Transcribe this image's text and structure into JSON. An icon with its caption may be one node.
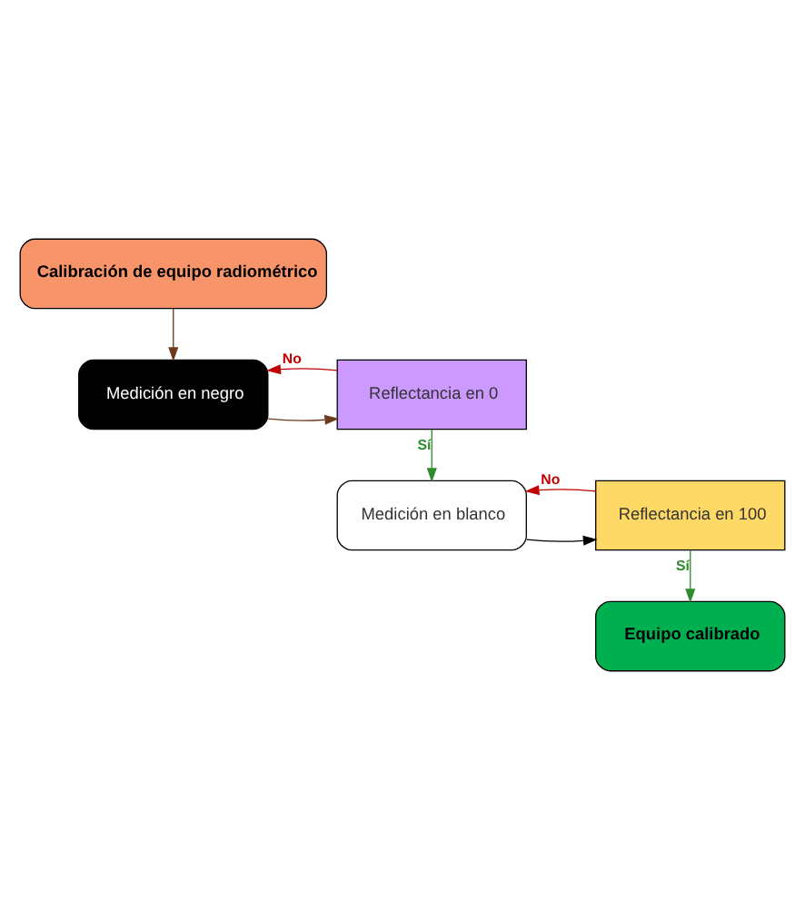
{
  "diagram": {
    "nodes": [
      {
        "text": [
          "Calibración de equipo radiométrico"
        ]
      },
      {
        "text": [
          "Medición en negro"
        ]
      },
      {
        "text": [
          "Reflectancia en 0"
        ]
      },
      {
        "text": [
          "Medición en blanco"
        ]
      },
      {
        "text": [
          "Reflectancia en 100"
        ]
      },
      {
        "text": [
          "Equipo calibrado"
        ]
      }
    ],
    "edges": [
      {
        "from": 0,
        "to": 1,
        "arrow": "to",
        "color": "#6b3a1e"
      },
      {
        "from": 1,
        "to": 2,
        "arrow": "to",
        "color": "#6b3a1e"
      },
      {
        "from": 2,
        "to": 1,
        "arrow": "to",
        "label": "No",
        "color": "#c00000"
      },
      {
        "from": 2,
        "to": 3,
        "arrow": "to",
        "label": "Sí",
        "color": "#2e8b2e"
      },
      {
        "from": 3,
        "to": 4,
        "arrow": "to",
        "color": "#000000"
      },
      {
        "from": 4,
        "to": 3,
        "arrow": "to",
        "label": "No",
        "color": "#c00000"
      },
      {
        "from": 4,
        "to": 5,
        "arrow": "to",
        "label": "Sí",
        "color": "#2e8b2e"
      }
    ]
  }
}
